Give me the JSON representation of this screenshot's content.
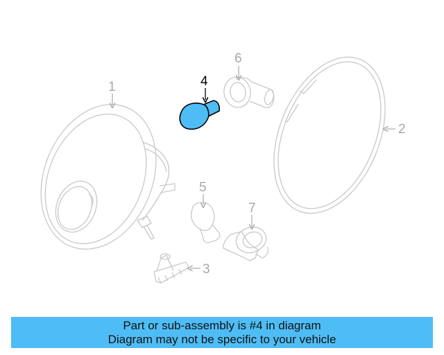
{
  "diagram": {
    "title": "Headlamp assembly parts diagram",
    "highlighted_part": "4",
    "colors": {
      "line": "#C8C8C8",
      "label": "#A8A8A8",
      "highlight_fill": "#4FBDF5",
      "highlight_stroke": "#000000",
      "highlight_label": "#000000",
      "banner_bg": "#4FBDF5",
      "banner_text": "#111111"
    },
    "parts": [
      {
        "number": "1",
        "name": "headlamp-assembly",
        "highlighted": false
      },
      {
        "number": "2",
        "name": "headlamp-seal-ring",
        "highlighted": false
      },
      {
        "number": "3",
        "name": "bulb-socket-cap",
        "highlighted": false
      },
      {
        "number": "4",
        "name": "bulb",
        "highlighted": true
      },
      {
        "number": "5",
        "name": "bulb",
        "highlighted": false
      },
      {
        "number": "6",
        "name": "bulb-socket",
        "highlighted": false
      },
      {
        "number": "7",
        "name": "bulb-socket",
        "highlighted": false
      }
    ]
  },
  "banner": {
    "line1": "Part or sub-assembly is #4 in diagram",
    "line2": "Diagram may not be specific to your vehicle"
  }
}
